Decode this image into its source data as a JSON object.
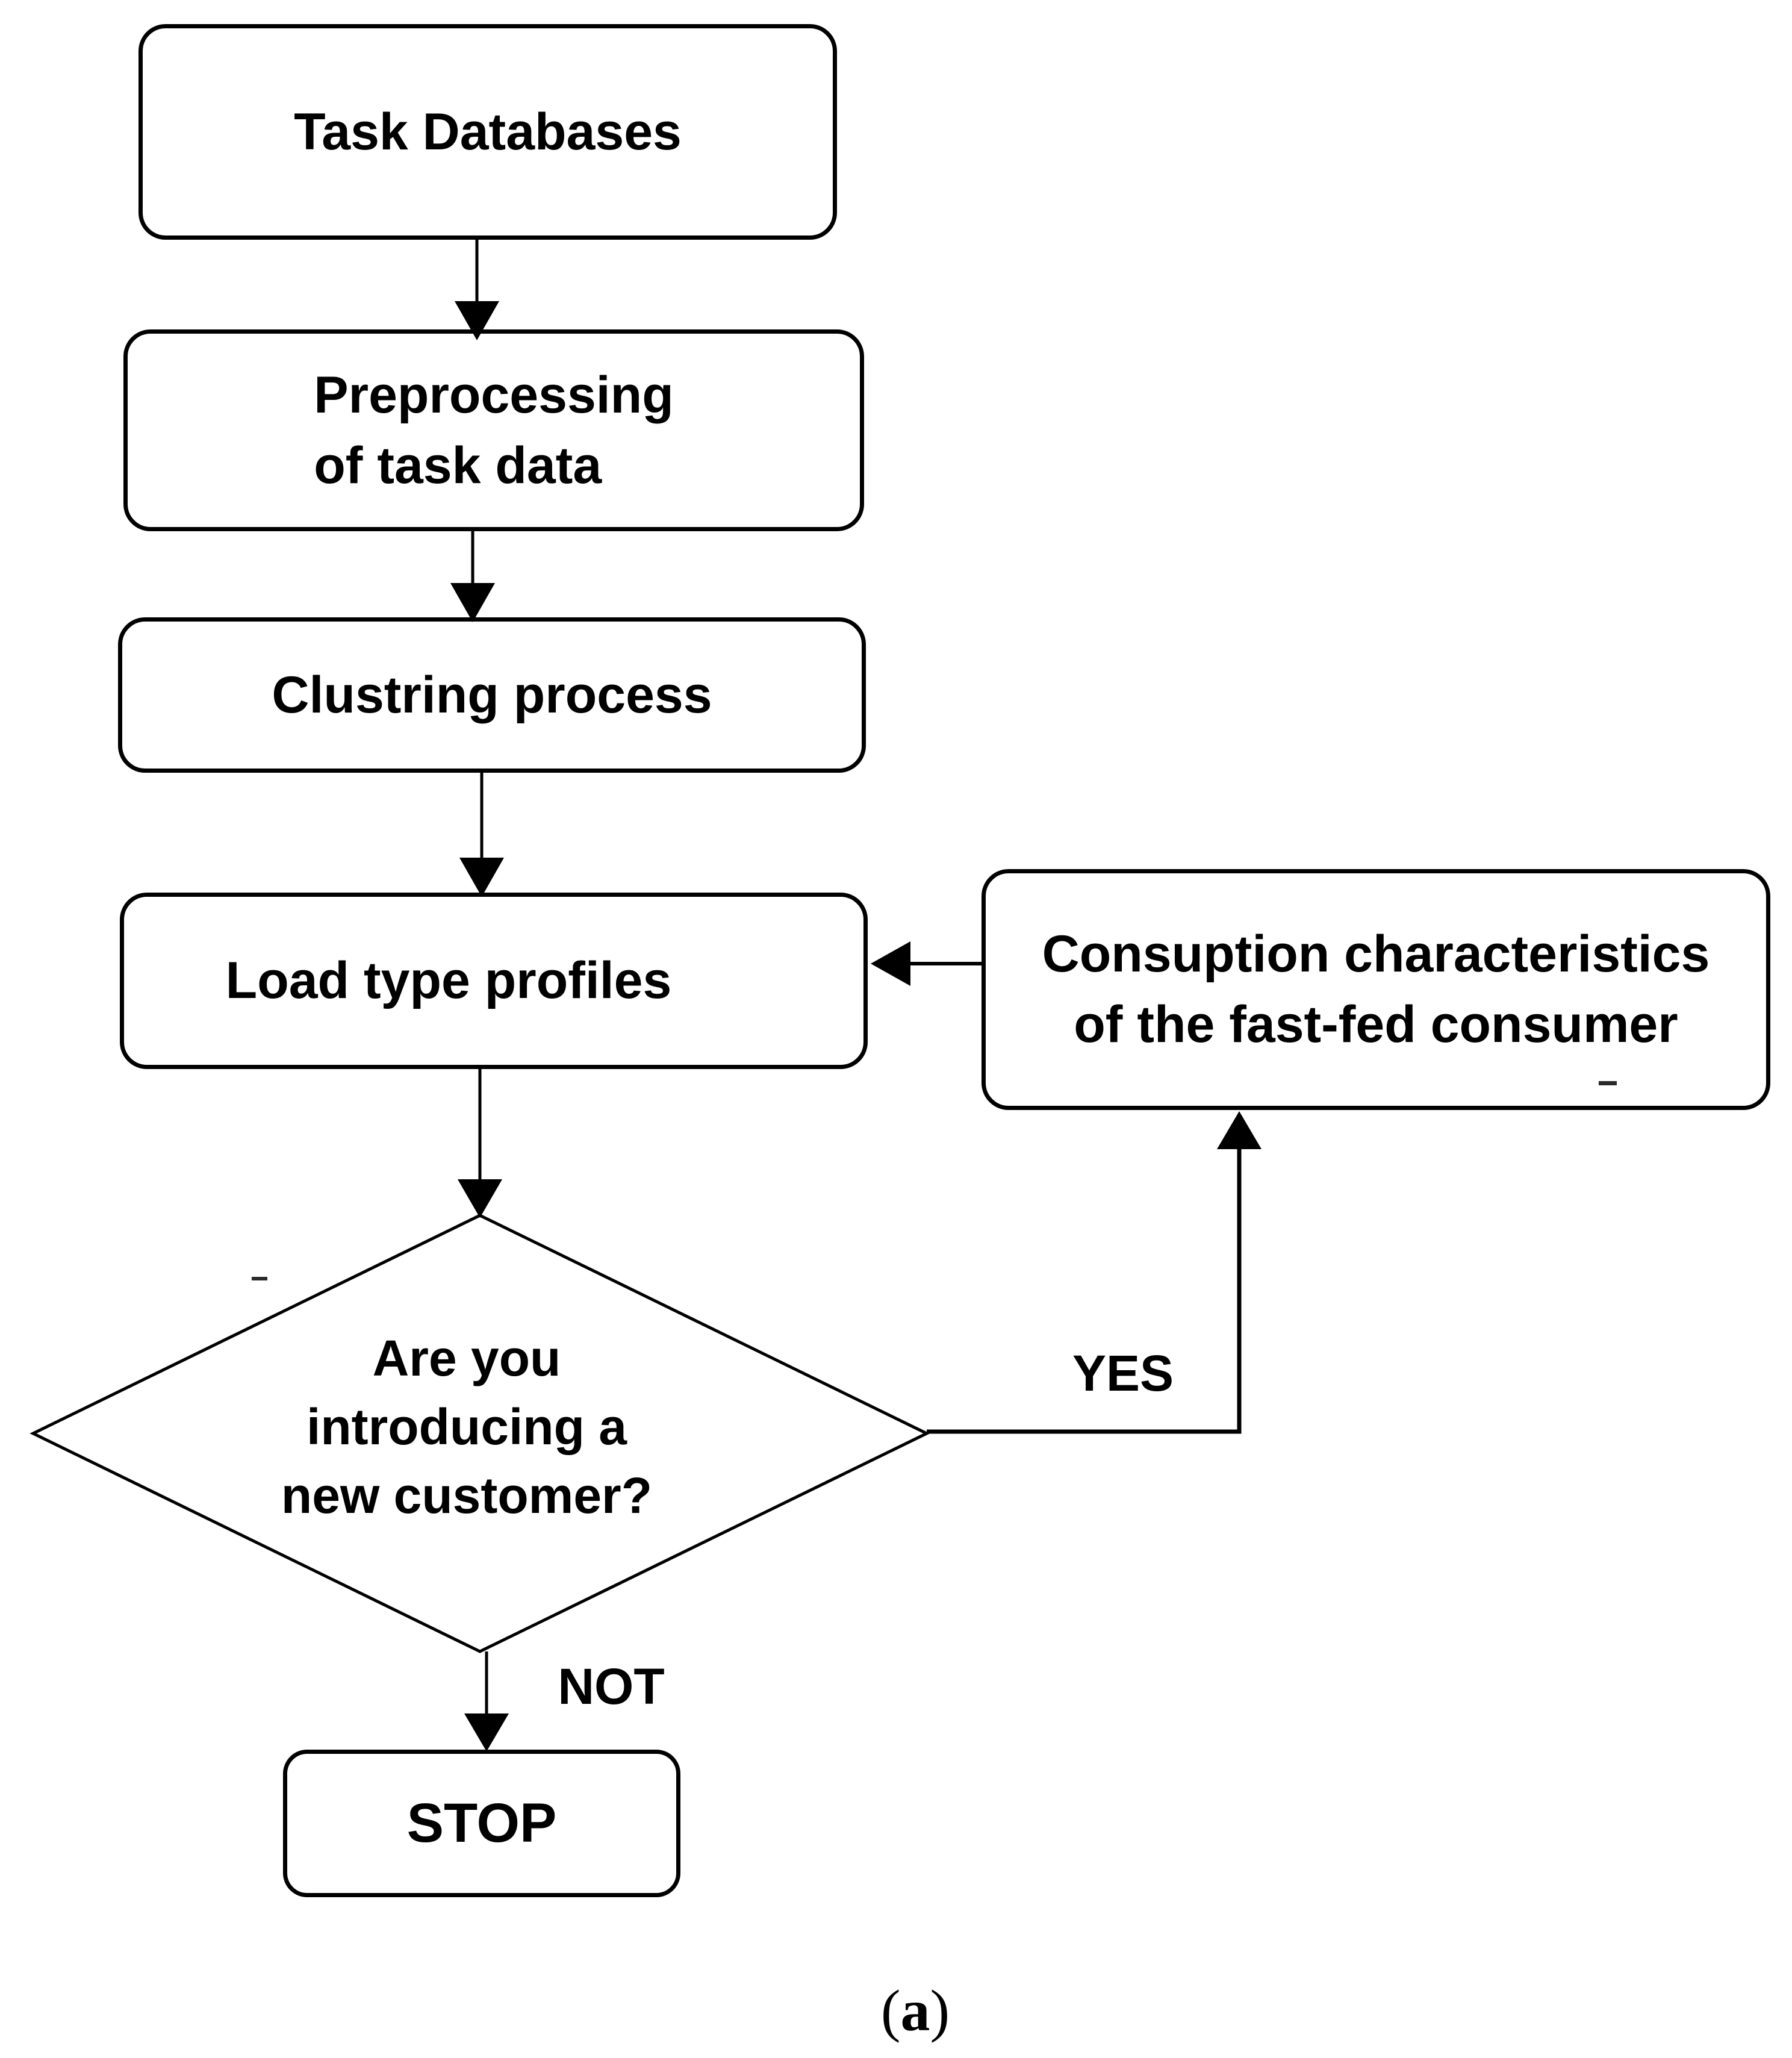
{
  "flowchart": {
    "nodes": {
      "task_databases": {
        "label": "Task Databases"
      },
      "preprocessing": {
        "line1": "Preprocessing",
        "line2": "of task data"
      },
      "clustering": {
        "label": "Clustring process"
      },
      "load_profiles": {
        "label": "Load type profiles"
      },
      "consumption": {
        "line1": "Consuption characteristics",
        "line2": "of the fast-fed consumer"
      },
      "decision": {
        "line1": "Are you",
        "line2": "introducing a",
        "line3": "new customer?"
      },
      "stop": {
        "label": "STOP"
      }
    },
    "edge_labels": {
      "yes": "YES",
      "not": "NOT"
    }
  },
  "figure_caption": {
    "open": "(",
    "letter": "a",
    "close": ")"
  },
  "colors": {
    "ink": "#000000",
    "background": "#ffffff"
  }
}
